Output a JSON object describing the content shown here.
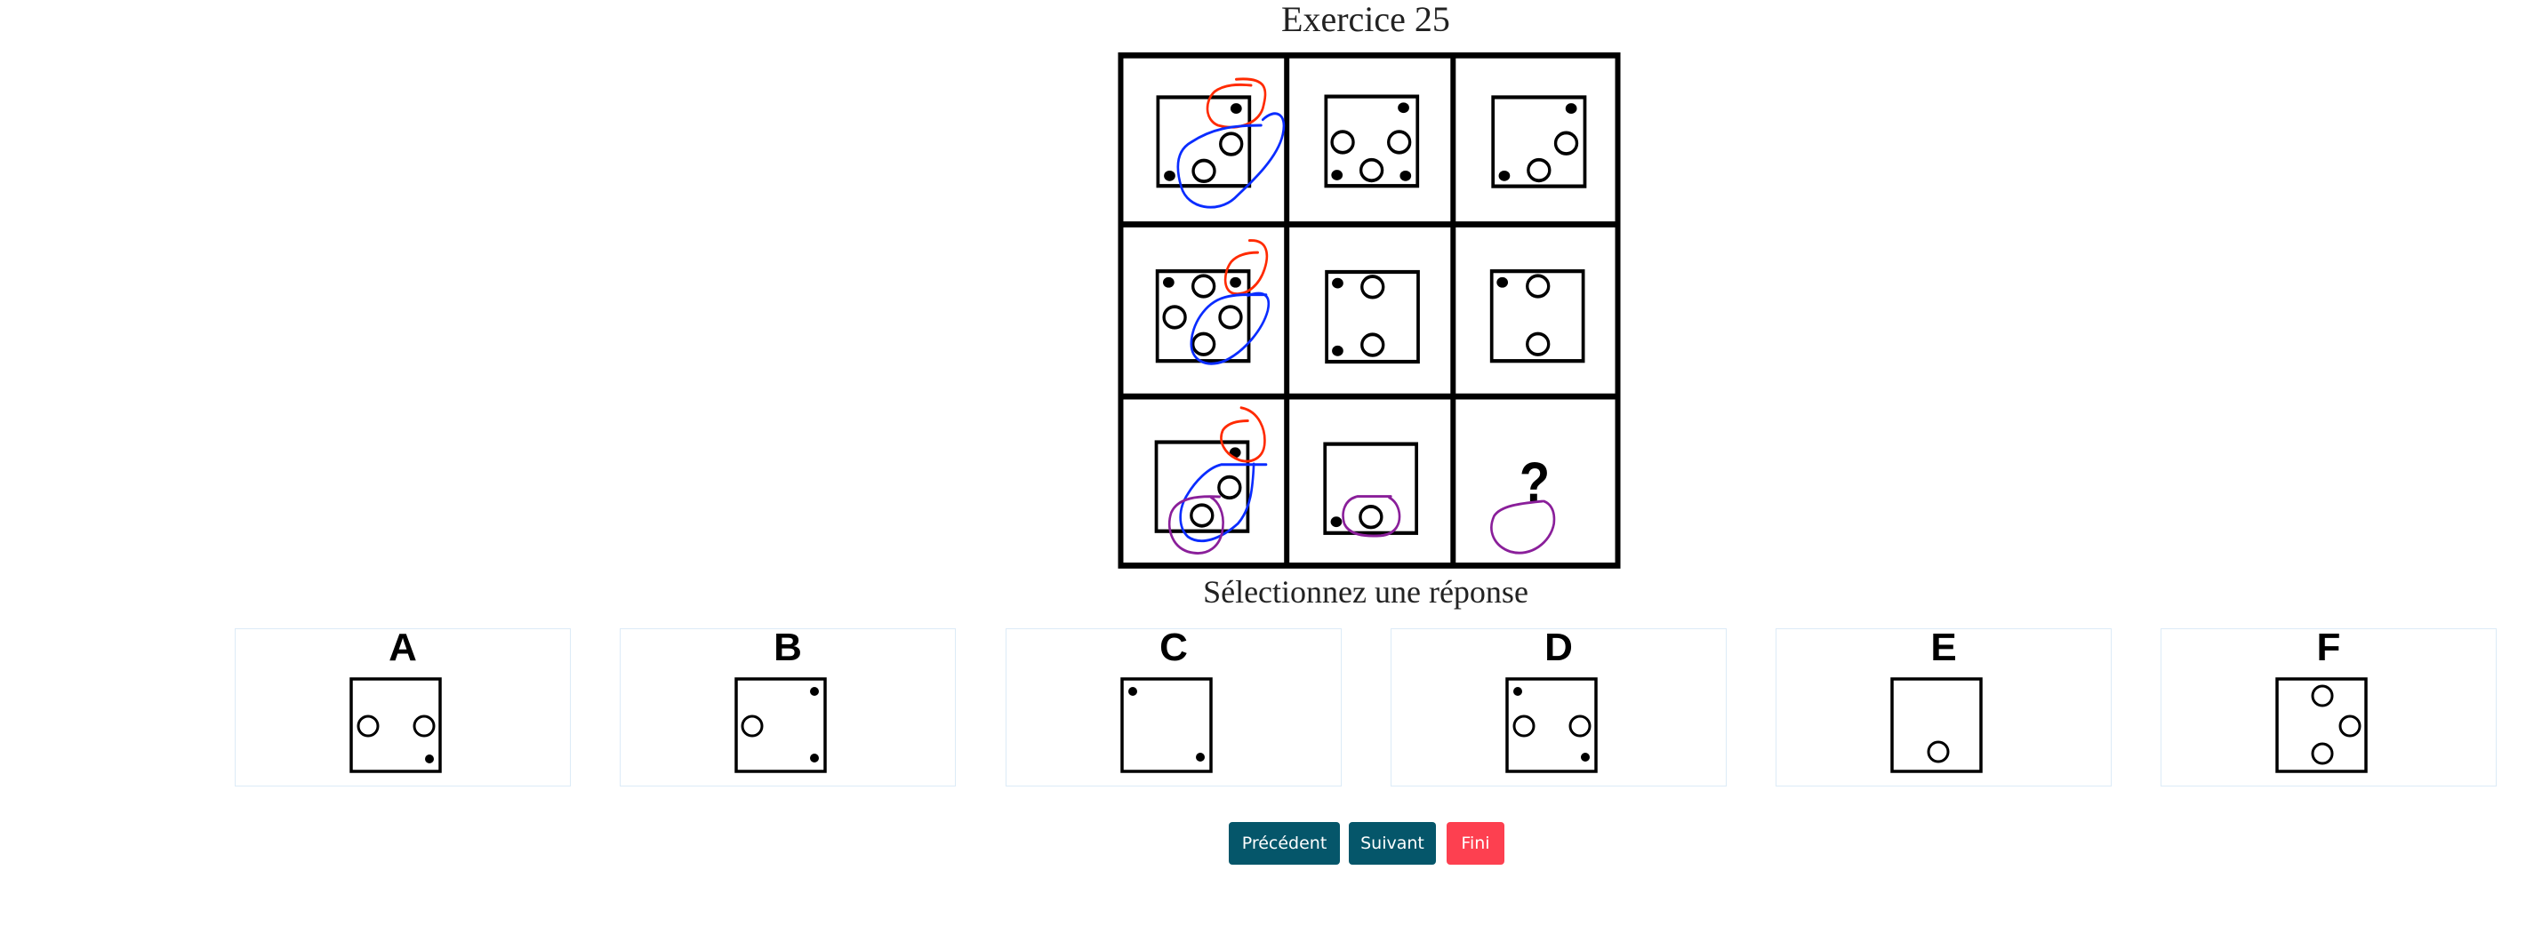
{
  "exercise": {
    "title": "Exercice 25"
  },
  "puzzle": {
    "missing_cell_label": "?"
  },
  "instruction": "Sélectionnez une réponse",
  "options": [
    {
      "letter": "A"
    },
    {
      "letter": "B"
    },
    {
      "letter": "C"
    },
    {
      "letter": "D"
    },
    {
      "letter": "E"
    },
    {
      "letter": "F"
    }
  ],
  "buttons": {
    "previous": "Précédent",
    "next": "Suivant",
    "finish": "Fini"
  },
  "colors": {
    "primary": "#05566a",
    "danger": "#fd4050",
    "annotation_red": "#ff2a00",
    "annotation_blue": "#0a2cff",
    "annotation_purple": "#8a1f9a"
  }
}
